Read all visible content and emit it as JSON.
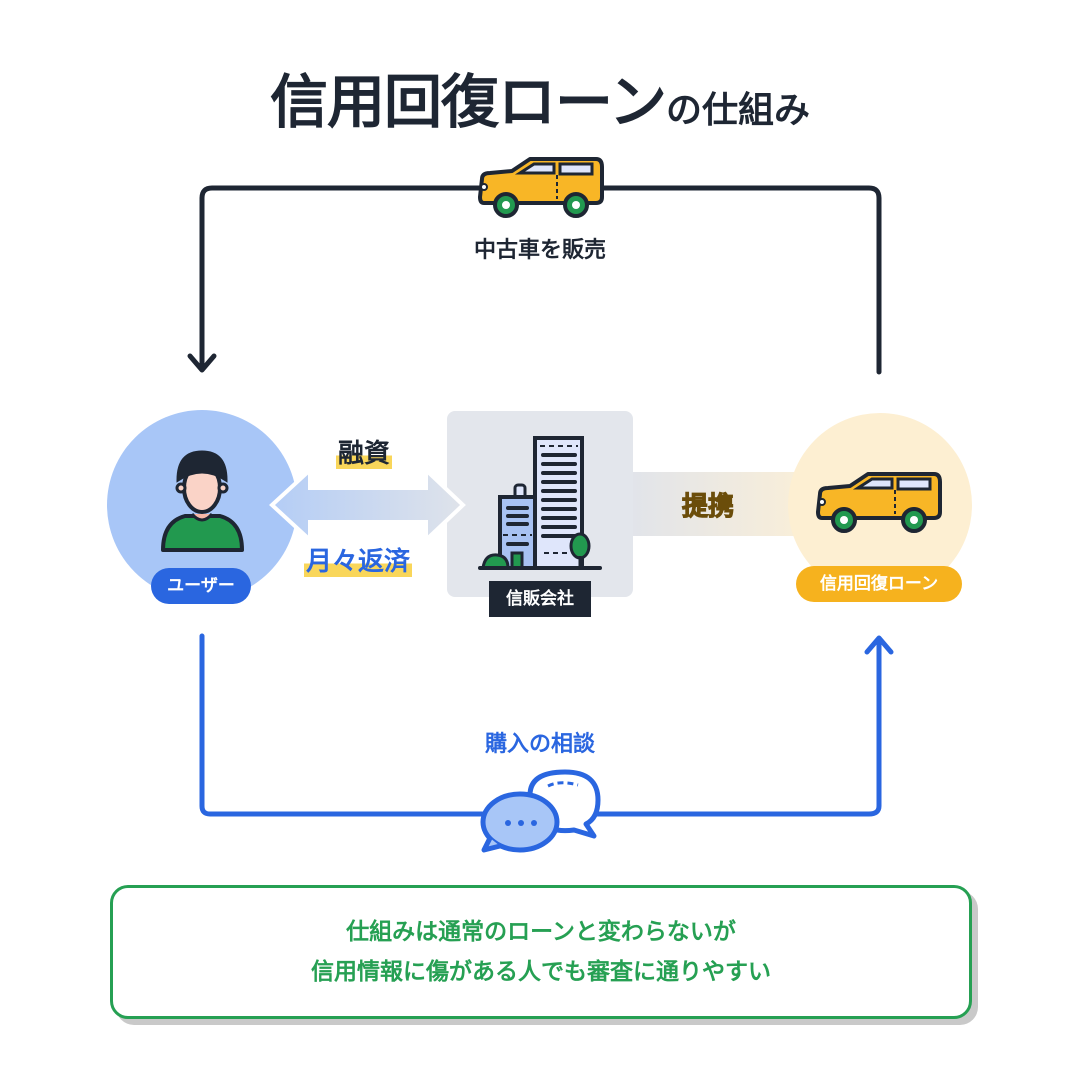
{
  "title": {
    "main": "信用回復ローン",
    "suffix": "の仕組み"
  },
  "flows": {
    "top": {
      "label": "中古車を販売",
      "color": "#1e2633"
    },
    "bottom": {
      "label": "購入の相談",
      "color": "#2a66e0"
    },
    "left_right_upper": "融資",
    "left_right_lower": "月々返済",
    "partner": "提携"
  },
  "nodes": {
    "user": {
      "label": "ユーザー",
      "circle_color": "#a8c6f7",
      "pill_color": "#2a66e0"
    },
    "company": {
      "label": "信販会社",
      "box_color": "#e3e6ec",
      "pill_color": "#1e2633"
    },
    "loan": {
      "label": "信用回復ローン",
      "circle_color": "#fdefd2",
      "pill_color": "#f6b21e"
    }
  },
  "note": {
    "line1": "仕組みは通常のローンと変わらないが",
    "line2": "信用情報に傷がある人でも審査に通りやすい",
    "color": "#26a053"
  }
}
